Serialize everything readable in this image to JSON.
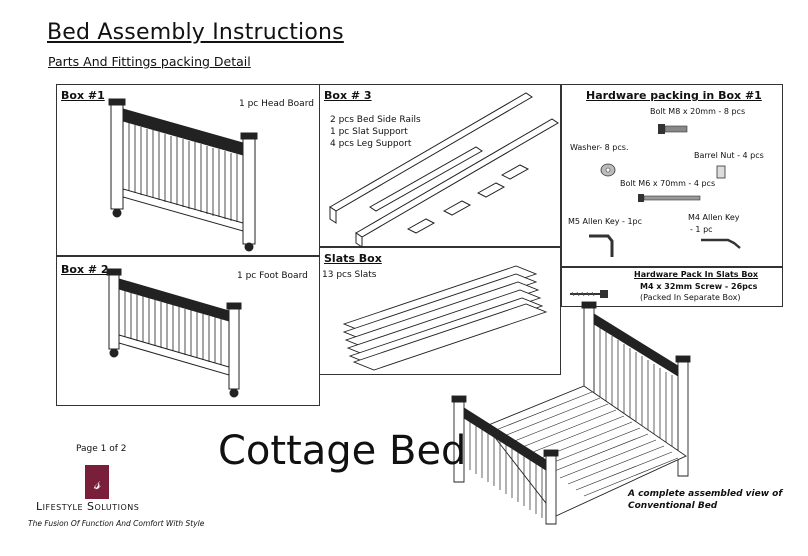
{
  "header": {
    "title": "Bed Assembly Instructions",
    "subtitle": "Parts And Fittings packing Detail"
  },
  "box1": {
    "label": "Box #1",
    "desc": "1 pc Head Board"
  },
  "box2": {
    "label": "Box # 2",
    "desc": "1 pc Foot Board"
  },
  "box3": {
    "label": "Box # 3",
    "lines": [
      "2 pcs Bed Side Rails",
      "1 pc Slat Support",
      "4 pcs Leg Support"
    ]
  },
  "slats": {
    "label": "Slats Box",
    "desc": "13 pcs Slats"
  },
  "hardware": {
    "title": "Hardware packing in Box #1",
    "bolt_m8": "Bolt M8 x 20mm - 8 pcs",
    "washer": "Washer- 8 pcs.",
    "barrel": "Barrel Nut - 4 pcs",
    "bolt_m6": "Bolt M6 x 70mm - 4 pcs",
    "m5_key": "M5 Allen Key - 1pc",
    "m4_key_1": "M4 Allen Key",
    "m4_key_2": "- 1 pc"
  },
  "slats_hardware": {
    "title": "Hardware Pack In Slats Box",
    "screw": "M4 x 32mm Screw - 26pcs",
    "note": "(Packed In Separate Box)"
  },
  "footer": {
    "page": "Page 1 of 2",
    "product": "Cottage Bed",
    "caption_1": "A  complete assembled view of",
    "caption_2": "Conventional Bed",
    "brand": "Lifestyle Solutions",
    "tagline": "The Fusion Of Function And Comfort With Style",
    "logo_letters": "LS"
  },
  "colors": {
    "ink": "#111111",
    "logo": "#7a1f3a"
  }
}
